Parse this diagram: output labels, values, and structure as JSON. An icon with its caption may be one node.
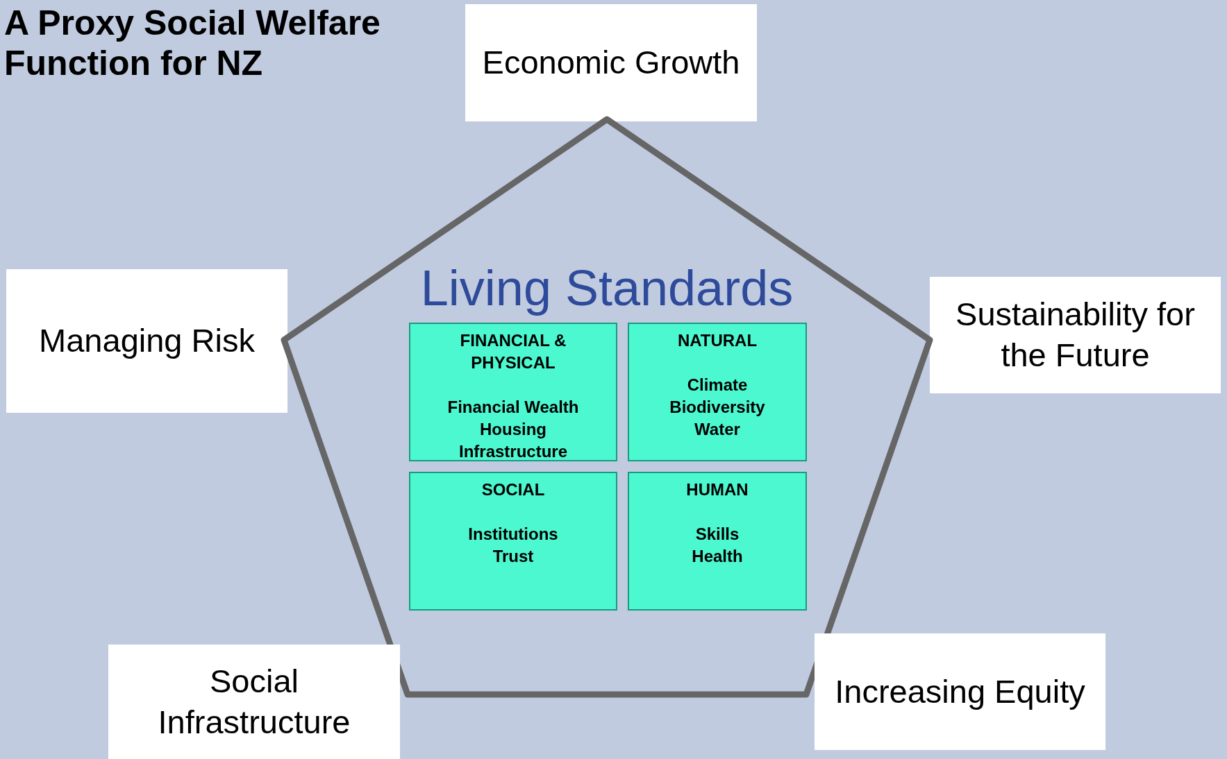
{
  "diagram": {
    "title": "A Proxy Social Welfare Function for NZ",
    "nodes": [
      {
        "text": [
          "Economic Growth"
        ]
      },
      {
        "text": [
          "Managing Risk"
        ]
      },
      {
        "text": [
          "Sustainability for the Future"
        ]
      },
      {
        "text": [
          "Living Standards"
        ]
      },
      {
        "text": [
          "FINANCIAL & PHYSICAL",
          "Financial Wealth",
          "Housing",
          "Infrastructure"
        ],
        "in": 3
      },
      {
        "text": [
          "NATURAL",
          "Climate",
          "Biodiversity",
          "Water"
        ],
        "in": 3
      },
      {
        "text": [
          "SOCIAL",
          "Institutions",
          "Trust"
        ],
        "in": 3
      },
      {
        "text": [
          "HUMAN",
          "Skills",
          "Health"
        ],
        "in": 3
      },
      {
        "text": [
          "Social Infrastructure"
        ]
      },
      {
        "text": [
          "Increasing Equity"
        ]
      }
    ],
    "edges": []
  }
}
